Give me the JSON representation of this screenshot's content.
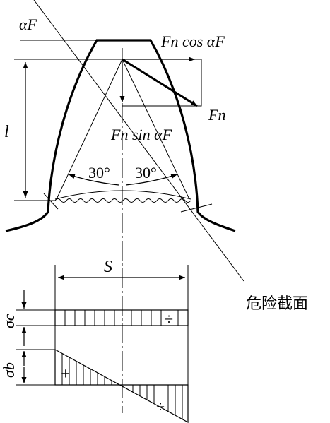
{
  "labels": {
    "alpha_f": "αF",
    "force_cos": "Fn cos αF",
    "force_n": "Fn",
    "force_sin": "Fn sin αF",
    "lever": "l",
    "angle_left": "30°",
    "angle_right": "30°",
    "width_s": "S",
    "section": "危险截面",
    "sigma_c": "σc",
    "sigma_b": "σb",
    "sign_plus": "+",
    "sign_minus_top": "÷",
    "sign_minus_bottom": "÷"
  }
}
